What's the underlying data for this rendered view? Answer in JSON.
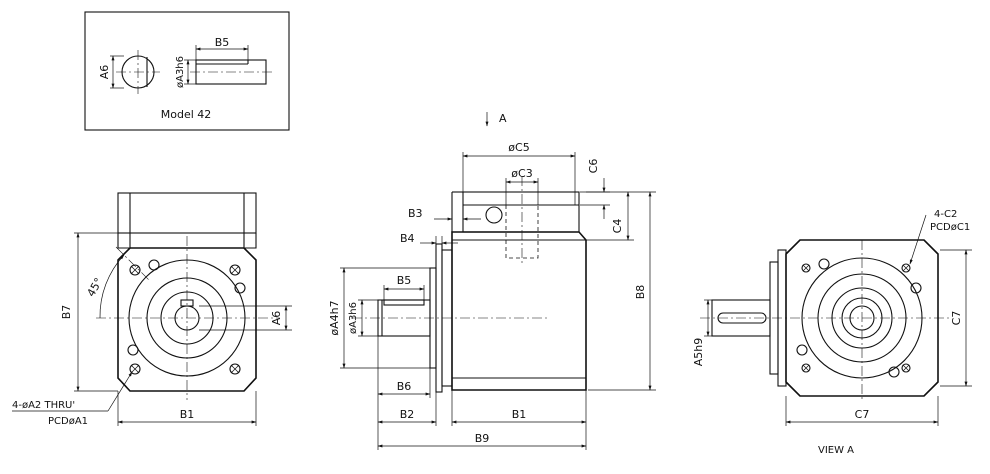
{
  "inset": {
    "caption": "Model 42",
    "labels": {
      "a6": "A6",
      "a3": "øA3h6",
      "b5": "B5"
    }
  },
  "view_arrow": {
    "label": "A"
  },
  "front_view": {
    "b7": "B7",
    "b1": "B1",
    "a6": "A6",
    "angle": "45°",
    "holes_note": "4-øA2 THRU'",
    "pcd_note": "PCDøA1"
  },
  "side_view": {
    "c5": "øC5",
    "c3": "øC3",
    "c6": "C6",
    "c4": "C4",
    "b8": "B8",
    "b3": "B3",
    "b4": "B4",
    "b5": "B5",
    "a4": "øA4h7",
    "a3": "øA3h6",
    "b6": "B6",
    "b2": "B2",
    "b1": "B1",
    "b9": "B9"
  },
  "end_view": {
    "c2_note": "4-C2",
    "pcd_note": "PCDøC1",
    "a5": "A5h9",
    "c7_right": "C7",
    "c7_bottom": "C7",
    "title": "VIEW A"
  }
}
